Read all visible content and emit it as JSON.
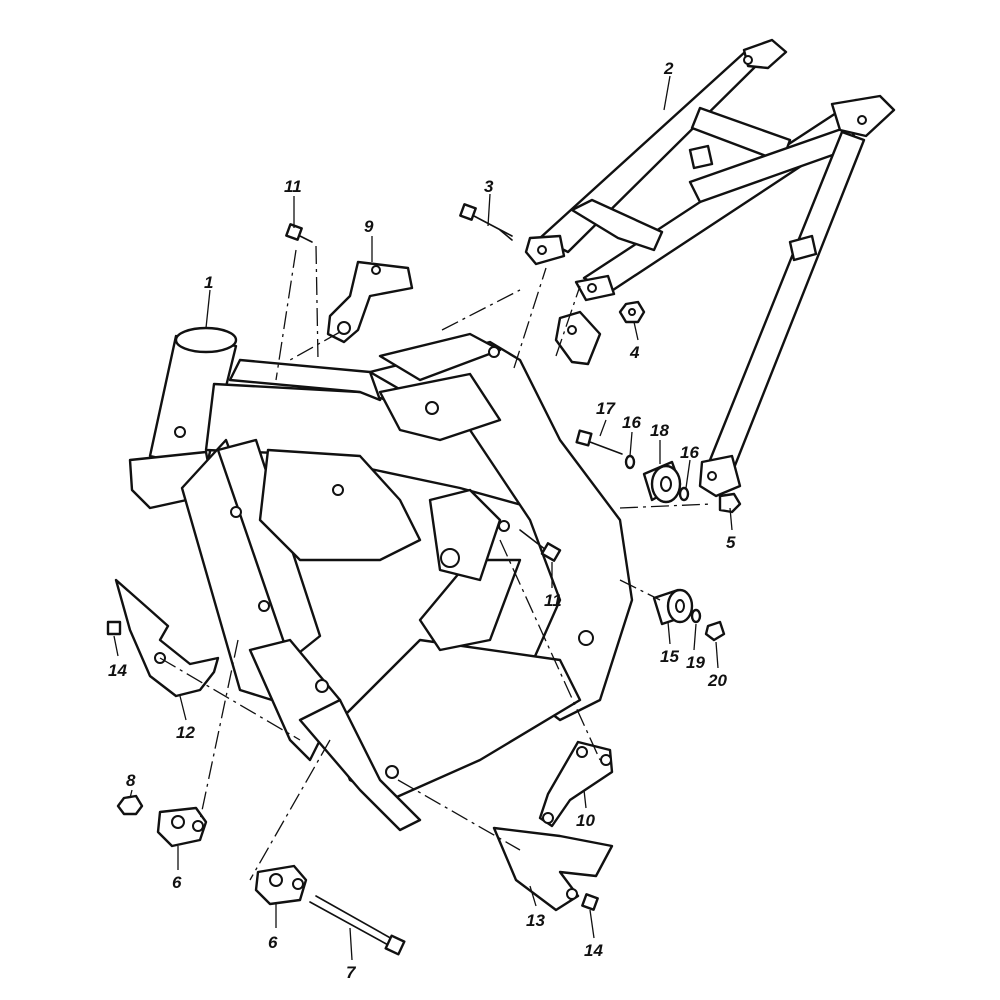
{
  "callouts": [
    {
      "id": "1",
      "label": "1"
    },
    {
      "id": "2",
      "label": "2"
    },
    {
      "id": "3",
      "label": "3"
    },
    {
      "id": "4",
      "label": "4"
    },
    {
      "id": "5",
      "label": "5"
    },
    {
      "id": "6a",
      "label": "6"
    },
    {
      "id": "6b",
      "label": "6"
    },
    {
      "id": "7",
      "label": "7"
    },
    {
      "id": "8",
      "label": "8"
    },
    {
      "id": "9",
      "label": "9"
    },
    {
      "id": "10",
      "label": "10"
    },
    {
      "id": "11a",
      "label": "11"
    },
    {
      "id": "11b",
      "label": "11"
    },
    {
      "id": "12",
      "label": "12"
    },
    {
      "id": "13",
      "label": "13"
    },
    {
      "id": "14a",
      "label": "14"
    },
    {
      "id": "14b",
      "label": "14"
    },
    {
      "id": "15",
      "label": "15"
    },
    {
      "id": "16a",
      "label": "16"
    },
    {
      "id": "16b",
      "label": "16"
    },
    {
      "id": "17",
      "label": "17"
    },
    {
      "id": "18",
      "label": "18"
    },
    {
      "id": "19",
      "label": "19"
    },
    {
      "id": "20",
      "label": "20"
    }
  ]
}
